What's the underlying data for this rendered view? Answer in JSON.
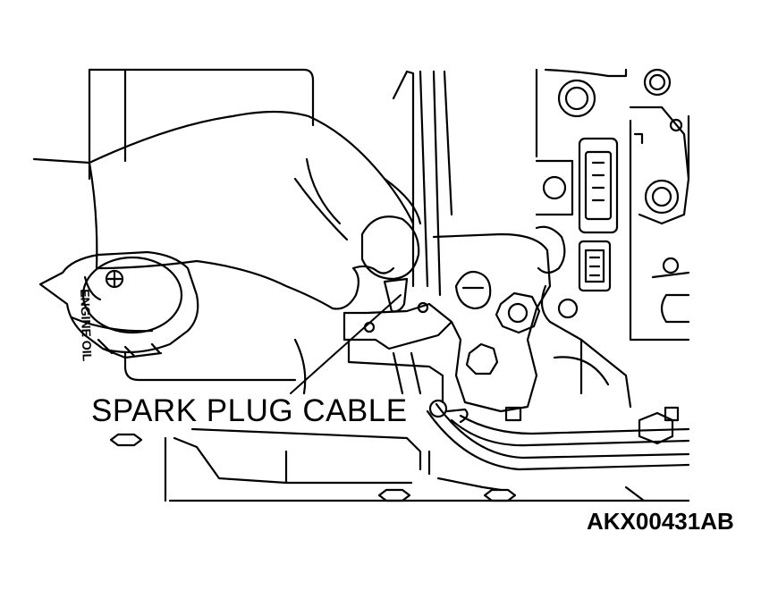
{
  "callout": {
    "text": "SPARK PLUG CABLE"
  },
  "figure": {
    "id": "AKX00431AB"
  },
  "cap": {
    "text": "ENGINE OIL"
  },
  "colors": {
    "line": "#000000",
    "background": "#ffffff"
  }
}
